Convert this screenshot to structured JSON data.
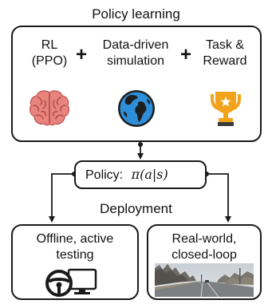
{
  "policy_learning": {
    "title": "Policy learning",
    "components": [
      {
        "line1": "RL",
        "line2": "(PPO)",
        "icon": "brain-icon",
        "color": "#e8837d"
      },
      {
        "line1": "Data-driven",
        "line2": "simulation",
        "icon": "globe-icon",
        "color": "#2e8fd9"
      },
      {
        "line1": "Task &",
        "line2": "Reward",
        "icon": "trophy-icon",
        "color": "#f2a31b"
      }
    ],
    "plus_symbol": "+"
  },
  "policy": {
    "label": "Policy:",
    "formula": "π(a|s)"
  },
  "deployment": {
    "title": "Deployment",
    "targets": [
      {
        "line1": "Offline, active",
        "line2": "testing",
        "icon": "steering-wheel-monitor-icon"
      },
      {
        "line1": "Real-world,",
        "line2": "closed-loop",
        "icon": "road-photo"
      }
    ]
  }
}
